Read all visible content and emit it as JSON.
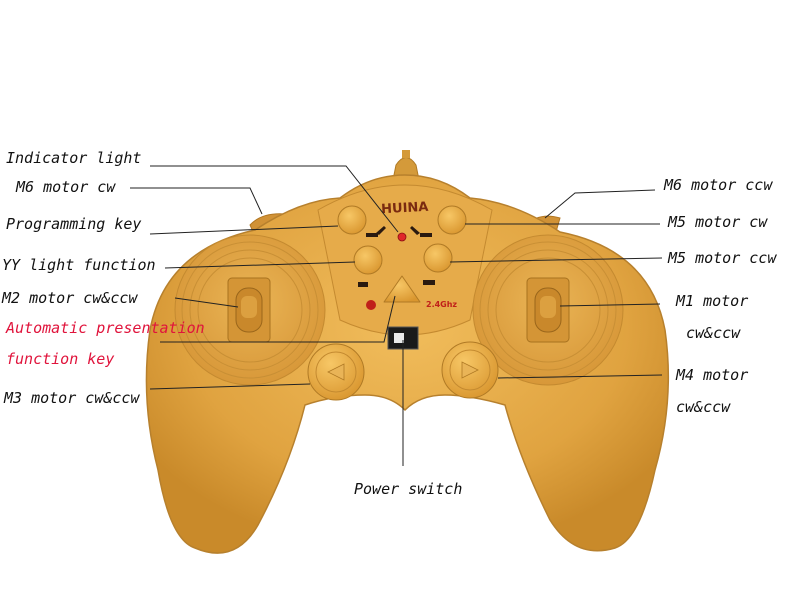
{
  "diagram": {
    "brand_logo": "HUINA",
    "frequency_label": "2.4Ghz",
    "accent_color": "#e0143c",
    "body_color": "#e0a340",
    "labels": {
      "indicator_light": "Indicator light",
      "m6_cw": "M6 motor cw",
      "programming_key": "Programming key",
      "yy_light": "YY light function",
      "m2": "M2 motor cw&ccw",
      "auto_line1": "Automatic presentation",
      "auto_line2": "function key",
      "m3": "M3 motor cw&ccw",
      "m6_ccw": "M6 motor ccw",
      "m5_cw": "M5 motor cw",
      "m5_ccw": "M5 motor ccw",
      "m1_line1": "M1 motor",
      "m1_line2": "cw&ccw",
      "m4_line1": "M4 motor",
      "m4_line2": "cw&ccw",
      "power_switch": "Power switch"
    }
  }
}
